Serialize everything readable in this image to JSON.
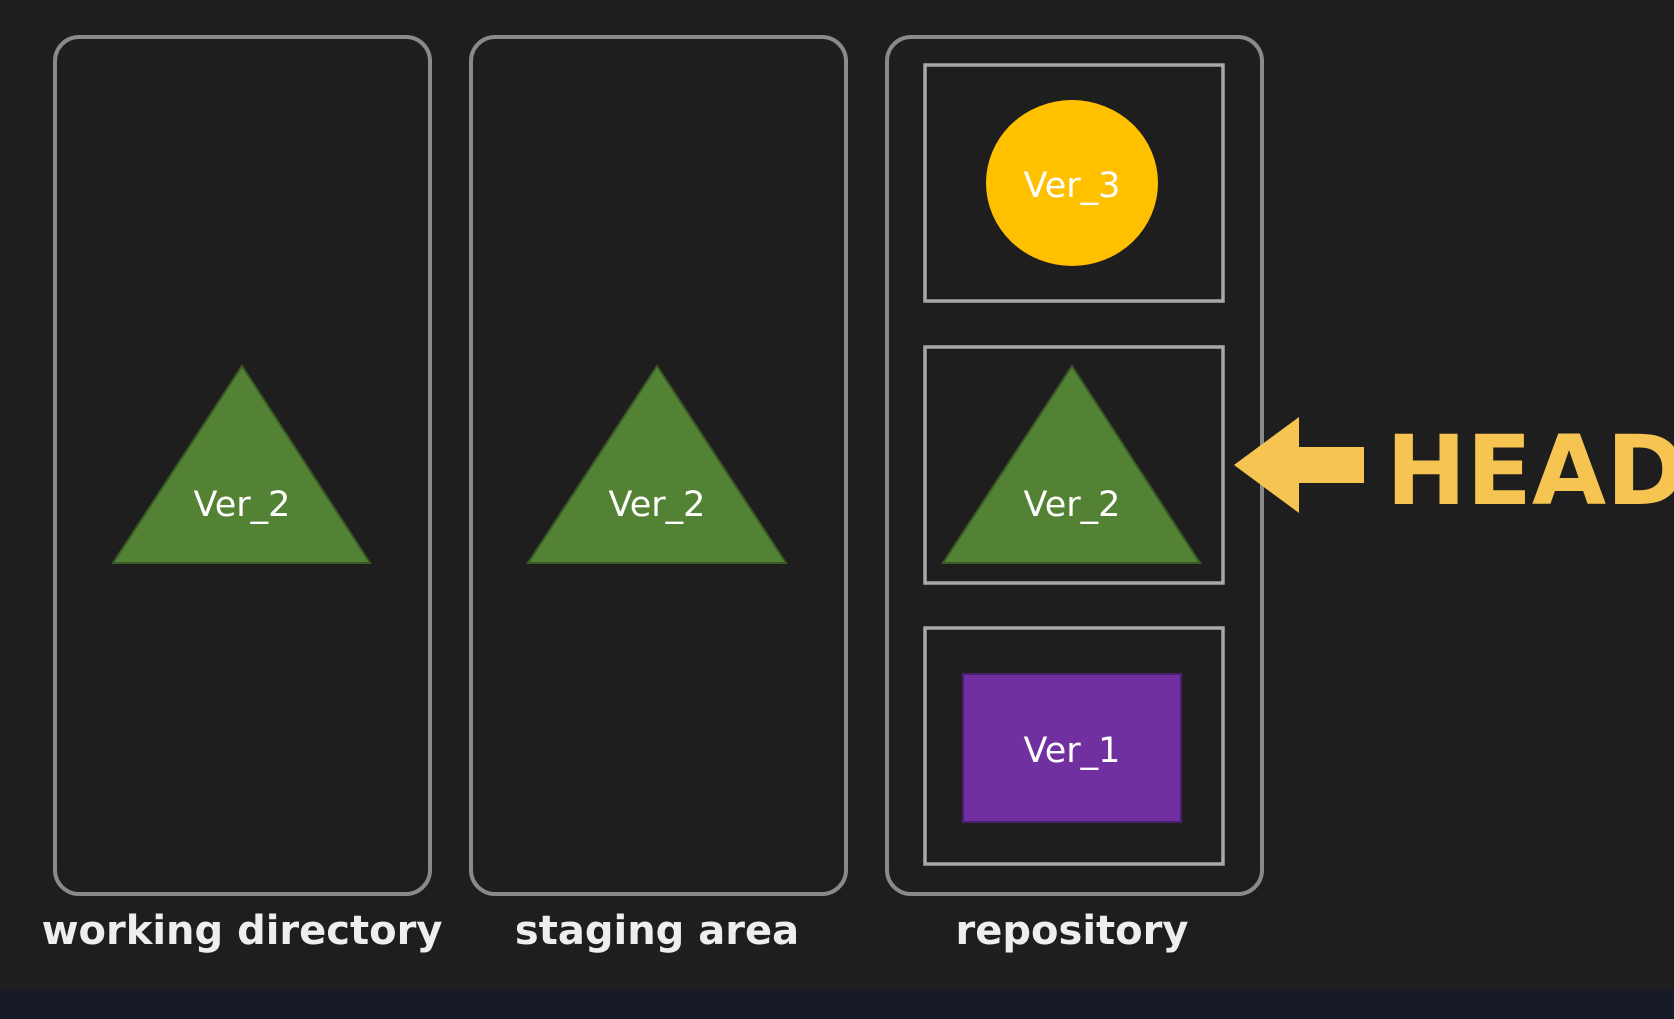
{
  "colors": {
    "background": "#1e1e1e",
    "bottom_strip": "#161b26",
    "panel_border": "#8a8a8a",
    "triangle": "#548235",
    "circle": "#ffc000",
    "rect": "#7030a0",
    "head_arrow": "#f5c451",
    "text": "#ffffff"
  },
  "columns": {
    "working_directory": {
      "label": "working directory",
      "item": {
        "shape": "triangle",
        "label": "Ver_2"
      }
    },
    "staging_area": {
      "label": "staging area",
      "item": {
        "shape": "triangle",
        "label": "Ver_2"
      }
    },
    "repository": {
      "label": "repository",
      "commits": [
        {
          "shape": "circle",
          "label": "Ver_3"
        },
        {
          "shape": "triangle",
          "label": "Ver_2"
        },
        {
          "shape": "rectangle",
          "label": "Ver_1"
        }
      ]
    }
  },
  "head": {
    "label": "HEAD",
    "icon": "arrow-left-icon",
    "points_to": "Ver_2"
  }
}
